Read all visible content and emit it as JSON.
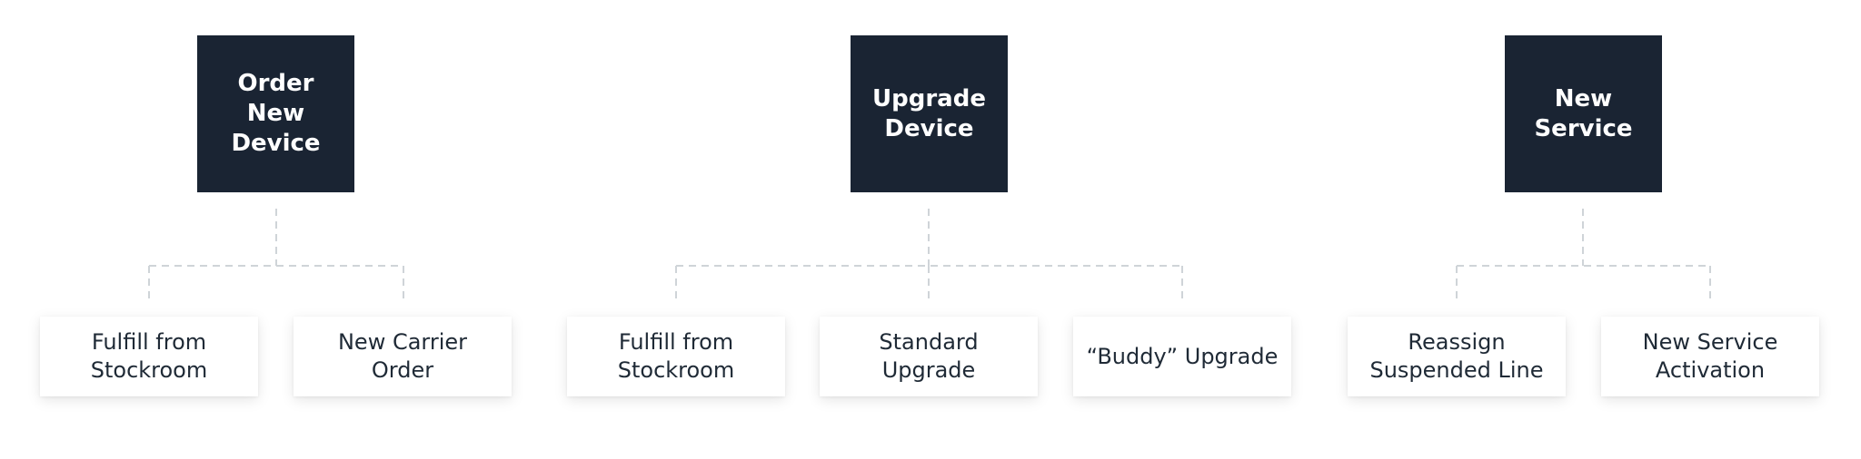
{
  "diagram": {
    "groups": [
      {
        "root": {
          "label": "Order New\nDevice"
        },
        "children": [
          {
            "label": "Fulfill from\nStockroom"
          },
          {
            "label": "New Carrier\nOrder"
          }
        ]
      },
      {
        "root": {
          "label": "Upgrade\nDevice"
        },
        "children": [
          {
            "label": "Fulfill from\nStockroom"
          },
          {
            "label": "Standard\nUpgrade"
          },
          {
            "label": "“Buddy” Upgrade"
          }
        ]
      },
      {
        "root": {
          "label": "New\nService"
        },
        "children": [
          {
            "label": "Reassign\nSuspended Line"
          },
          {
            "label": "New Service\nActivation"
          }
        ]
      }
    ]
  },
  "colors": {
    "root_fill": "#1a2433",
    "root_text": "#ffffff",
    "child_fill": "#ffffff",
    "child_text": "#1f2a36",
    "connector": "#cfd4d8"
  }
}
